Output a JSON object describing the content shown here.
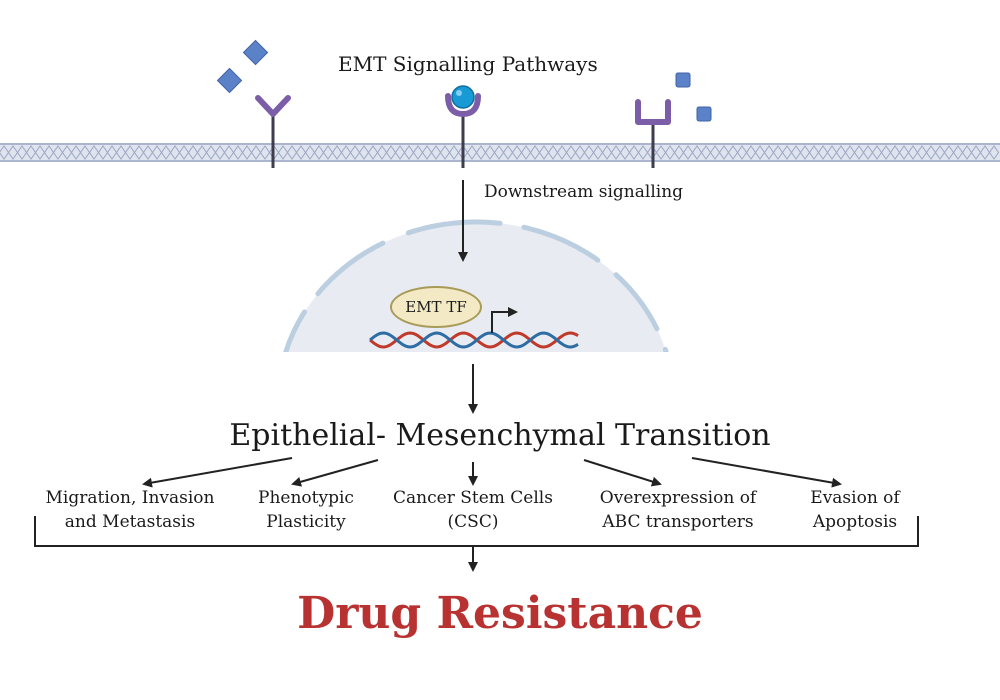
{
  "labels": {
    "title": "EMT Signalling Pathways",
    "downstream": "Downstream signalling",
    "emt_tf": "EMT TF",
    "main": "Epithelial- Mesenchymal Transition",
    "final": "Drug  Resistance"
  },
  "outcomes": [
    {
      "line1": "Migration, Invasion",
      "line2": "and Metastasis"
    },
    {
      "line1": "Phenotypic",
      "line2": "Plasticity"
    },
    {
      "line1": "Cancer Stem Cells",
      "line2": "(CSC)"
    },
    {
      "line1": "Overexpression of",
      "line2": "ABC transporters"
    },
    {
      "line1": "Evasion of",
      "line2": "Apoptosis"
    }
  ],
  "colors": {
    "membrane": "#c3cadd",
    "membrane_dots": "#9aa6c3",
    "receptor": "#7b5ea7",
    "receptor_stem": "#3d3d4d",
    "ligand": "#5b82c8",
    "ligand_ball": "#1a9ad4",
    "nucleus_fill": "#e8ecf2",
    "nucleus_edge": "#bccfe0",
    "dna_red": "#c0392b",
    "dna_blue": "#2e6da4",
    "emt_tf_fill": "#f3eac5",
    "final_text": "#b83232"
  }
}
